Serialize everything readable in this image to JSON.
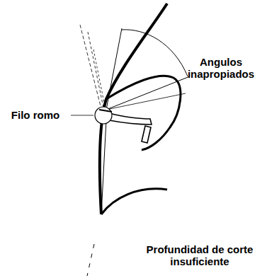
{
  "diagram": {
    "labels": [
      "Filo romo",
      "Angulos inapropiados",
      "Profundidad de corte insuficiente"
    ]
  }
}
